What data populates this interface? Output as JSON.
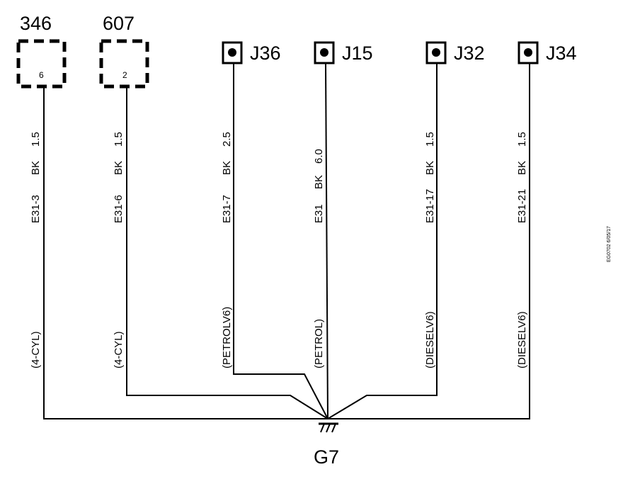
{
  "components": [
    {
      "id": "346",
      "pin": "6"
    },
    {
      "id": "607",
      "pin": "2"
    }
  ],
  "junctions": [
    {
      "id": "J36"
    },
    {
      "id": "J15"
    },
    {
      "id": "J32"
    },
    {
      "id": "J34"
    }
  ],
  "wires": [
    {
      "circuit": "E31-3",
      "color": "BK",
      "size": "1.5",
      "variant": "(4-CYL)"
    },
    {
      "circuit": "E31-6",
      "color": "BK",
      "size": "1.5",
      "variant": "(4-CYL)"
    },
    {
      "circuit": "E31-7",
      "color": "BK",
      "size": "2.5",
      "variant": "(PETROLV6)"
    },
    {
      "circuit": "E31",
      "color": "BK",
      "size": "6.0",
      "variant": "(PETROL)"
    },
    {
      "circuit": "E31-17",
      "color": "BK",
      "size": "1.5",
      "variant": "(DIESELV6)"
    },
    {
      "circuit": "E31-21",
      "color": "BK",
      "size": "1.5",
      "variant": "(DIESELV6)"
    }
  ],
  "ground": {
    "id": "G7"
  },
  "reference_code": "EG0702 6/05/17",
  "colors": {
    "line": "#000000",
    "background": "#ffffff"
  },
  "icons": {
    "ground": "ground-symbol-icon",
    "junction": "junction-dot-icon"
  }
}
